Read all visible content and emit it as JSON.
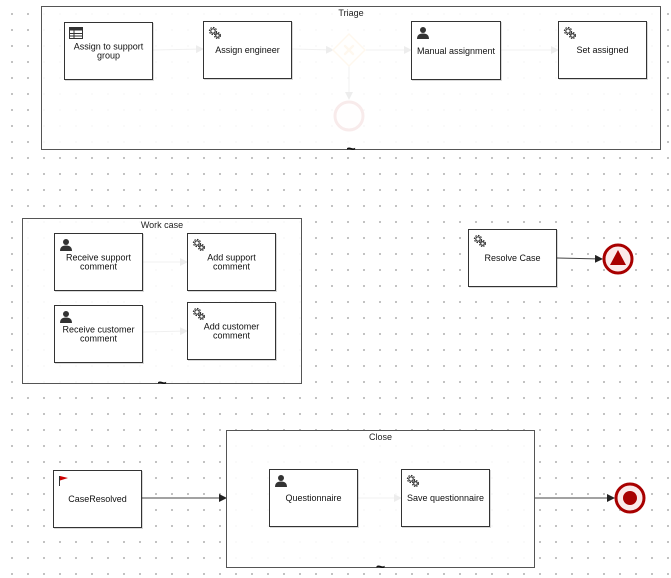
{
  "subprocesses": {
    "triage": {
      "title": "Triage"
    },
    "work_case": {
      "title": "Work case"
    },
    "close": {
      "title": "Close"
    }
  },
  "collapse_marker": "~",
  "tasks": {
    "assign_support_group": {
      "label": "Assign to support group",
      "icon": "table-icon"
    },
    "assign_engineer": {
      "label": "Assign engineer",
      "icon": "gear-icon"
    },
    "manual_assignment": {
      "label": "Manual assignment",
      "icon": "user-icon"
    },
    "set_assigned": {
      "label": "Set assigned",
      "icon": "gear-icon"
    },
    "receive_support_comment": {
      "label": "Receive support comment",
      "icon": "user-icon"
    },
    "add_support_comment": {
      "label": "Add support comment",
      "icon": "gear-icon"
    },
    "receive_customer_comment": {
      "label": "Receive customer comment",
      "icon": "user-icon"
    },
    "add_customer_comment": {
      "label": "Add customer comment",
      "icon": "gear-icon"
    },
    "resolve_case": {
      "label": "Resolve Case",
      "icon": "gear-icon"
    },
    "case_resolved": {
      "label": "CaseResolved",
      "icon": "flag-icon"
    },
    "questionnaire": {
      "label": "Questionnaire",
      "icon": "user-icon"
    },
    "save_questionnaire": {
      "label": "Save questionnaire",
      "icon": "gear-icon"
    }
  },
  "colors": {
    "gateway_stroke": "#f0a030",
    "gateway_fill": "#fffaf0",
    "end_event_stroke": "#a80000",
    "end_event_fill": "#fbeaea",
    "flag": "#cc0000",
    "line": "#444444"
  }
}
